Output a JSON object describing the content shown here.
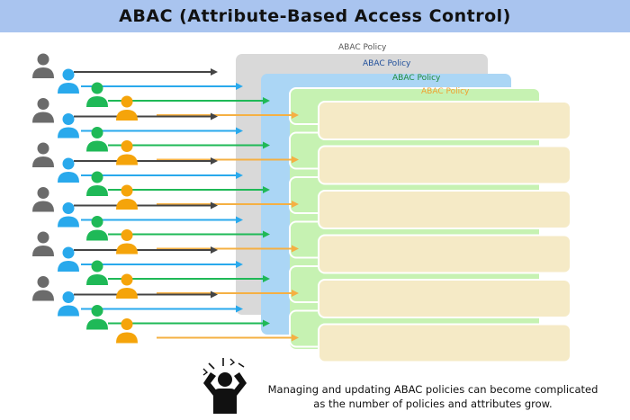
{
  "title": "ABAC (Attribute-Based Access Control)",
  "policy_layers": [
    {
      "label": "ABAC Policy",
      "fill": "#d9d9d9",
      "label_color": "#555555"
    },
    {
      "label": "ABAC Policy",
      "fill": "#abd6f5",
      "label_color": "#1f4e9a"
    },
    {
      "label": "ABAC Policy",
      "fill": "#c6f2b2",
      "label_color": "#1f8a3a"
    },
    {
      "label": "ABAC Policy",
      "fill": "#f5eac6",
      "label_color": "#f0a030"
    }
  ],
  "user_colors": [
    "#6b6b6b",
    "#29a9ec",
    "#1fb957",
    "#f5a40a"
  ],
  "arrow_colors": [
    "#444444",
    "#29a9ec",
    "#1fb957",
    "#f5b043"
  ],
  "group_count": 6,
  "stress_icon": "stressed-person-icon",
  "footer": {
    "line1": "Managing and updating ABAC policies can become complicated",
    "line2": "as the number of policies and attributes grow."
  }
}
